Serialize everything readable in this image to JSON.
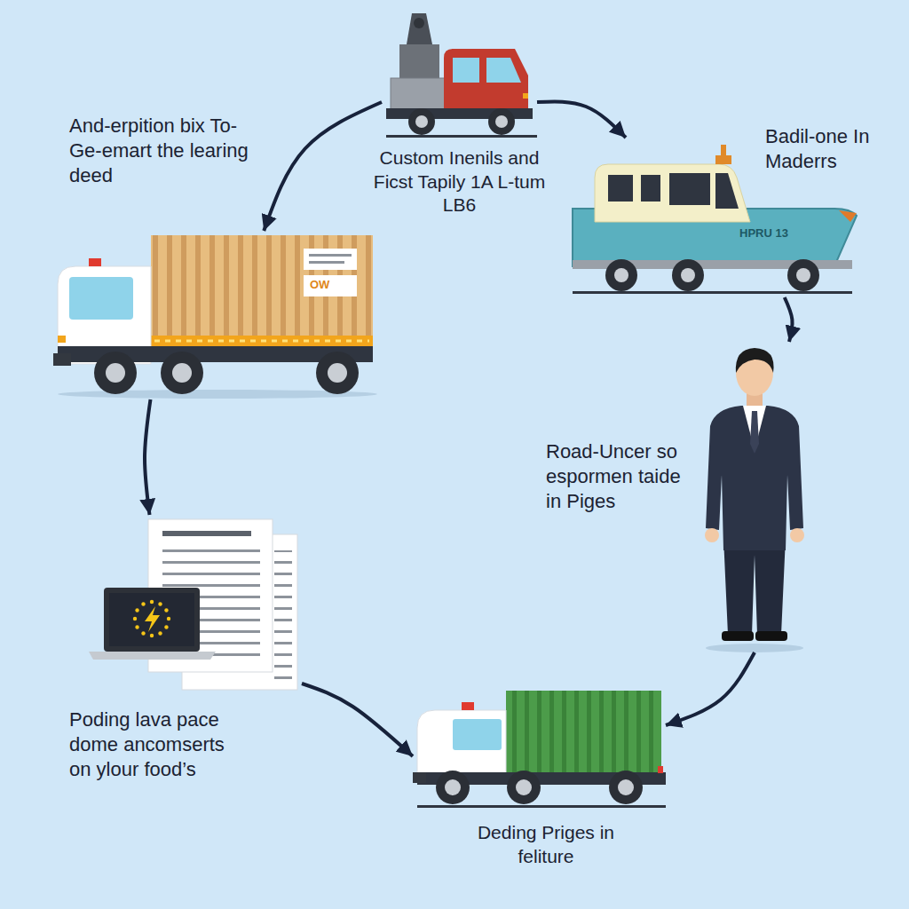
{
  "diagram": {
    "nodes": [
      {
        "text": [
          "Custom Inenils and Ficst Tapily 1A L-tum LB6"
        ]
      },
      {
        "text": [
          "And-erpition bix To-Ge-emart the learing deed"
        ]
      },
      {
        "text": [
          "Badil-one In Maderrs"
        ]
      },
      {
        "text": [
          "Road-Uncer so espormen taide in Piges"
        ]
      },
      {
        "text": [
          "Poding lava pace dome ancomserts on ylour food’s"
        ]
      },
      {
        "text": [
          "Deding Priges in feliture"
        ]
      }
    ],
    "edges": [
      {
        "from": 0,
        "to": 1,
        "arrow": "to"
      },
      {
        "from": 0,
        "to": 2,
        "arrow": "to"
      },
      {
        "from": 2,
        "to": 3,
        "arrow": "to"
      },
      {
        "from": 1,
        "to": 4,
        "arrow": "to"
      },
      {
        "from": 4,
        "to": 5,
        "arrow": "to"
      },
      {
        "from": 3,
        "to": 5,
        "arrow": "to"
      }
    ],
    "labels": [
      "HPRU 13",
      "OW"
    ]
  }
}
